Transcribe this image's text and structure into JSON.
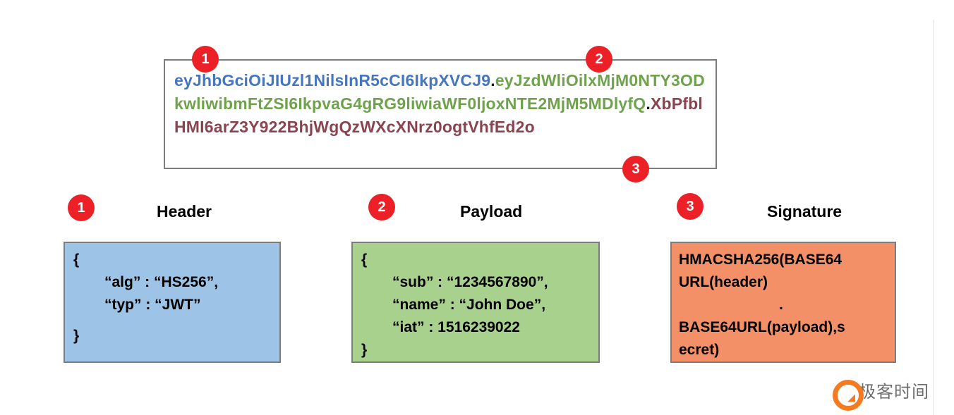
{
  "token": {
    "header_part": "eyJhbGciOiJIUzl1NilsInR5cCI6IkpXVCJ9",
    "separator1": ".",
    "payload_part": "eyJzdWliOilxMjM0NTY3ODkwliwibmFtZSI6IkpvaG4gRG9liwiaWF0ljoxNTE2MjM5MDlyfQ",
    "separator2": ".",
    "signature_part": "XbPfblHMI6arZ3Y922BhjWgQzWXcXNrz0ogtVhfEd2o"
  },
  "markers": {
    "token_header": "1",
    "token_payload": "2",
    "token_signature": "3",
    "section_header": "1",
    "section_payload": "2",
    "section_signature": "3"
  },
  "sections": {
    "header": {
      "title": "Header",
      "lines": [
        "{",
        "“alg” : “HS256”,",
        "“typ” : “JWT”",
        "}"
      ]
    },
    "payload": {
      "title": "Payload",
      "lines": [
        "{",
        "“sub” : “1234567890”,",
        "“name” : “John Doe”,",
        "“iat” : 1516239022",
        "}"
      ]
    },
    "signature": {
      "title": "Signature",
      "lines": [
        "HMACSHA256(BASE64",
        "URL(header)",
        ".",
        "BASE64URL(payload),s",
        "ecret)"
      ]
    }
  },
  "colors": {
    "token_header_text": "#4576be",
    "token_payload_text": "#70a24e",
    "token_signature_text": "#8a4450",
    "header_box_fill": "#9dc3e6",
    "payload_box_fill": "#a9d18e",
    "signature_box_fill": "#f39068",
    "badge_fill": "#ec2027"
  },
  "logo": {
    "text": "极客时间"
  }
}
